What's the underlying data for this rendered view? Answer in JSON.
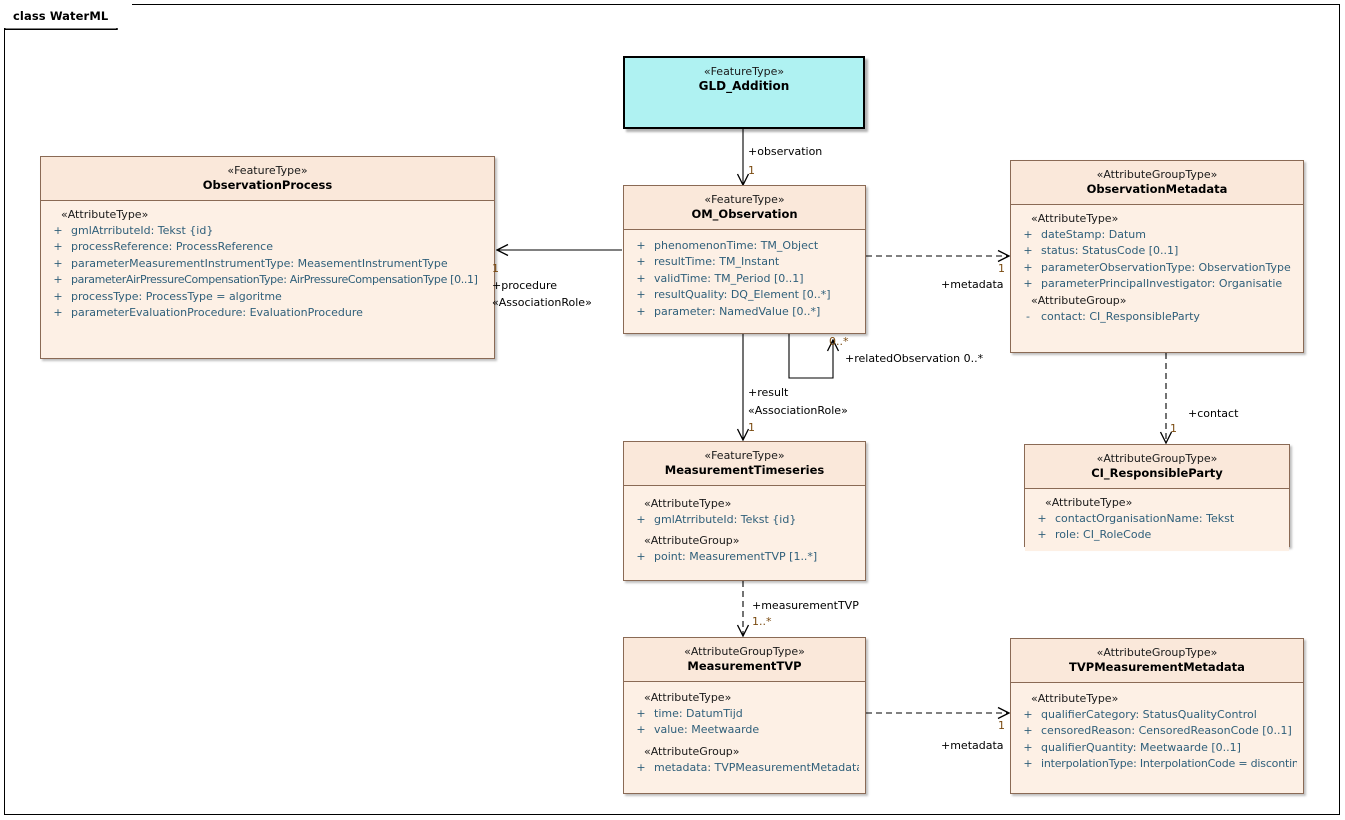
{
  "diagram": {
    "title": "class WaterML",
    "kind": "uml-class-diagram",
    "colors": {
      "class_fill": "#fdf0e5",
      "class_header_fill": "#fae8da",
      "class_border": "#8a6a55",
      "accent_fill": "#aff2f2",
      "accent_border": "#000000",
      "attribute_text": "#2f5f7a",
      "multiplicity_text": "#7a4a10"
    }
  },
  "classes": [
    {
      "id": "gld_addition",
      "stereotype": "«FeatureType»",
      "name": "GLD_Addition",
      "accent": true,
      "sections": []
    },
    {
      "id": "observation_process",
      "stereotype": "«FeatureType»",
      "name": "ObservationProcess",
      "accent": false,
      "sections": [
        {
          "group": "«AttributeType»",
          "attributes": [
            {
              "visibility": "+",
              "text": "gmlAtrributeId: Tekst {id}"
            },
            {
              "visibility": "+",
              "text": "processReference: ProcessReference"
            },
            {
              "visibility": "+",
              "text": "parameterMeasurementInstrumentType: MeasementInstrumentType"
            },
            {
              "visibility": "+",
              "text": "parameterAirPressureCompensationType: AirPressureCompensationType [0..1]"
            },
            {
              "visibility": "+",
              "text": "processType: ProcessType = algoritme"
            },
            {
              "visibility": "+",
              "text": "parameterEvaluationProcedure: EvaluationProcedure"
            }
          ]
        }
      ]
    },
    {
      "id": "om_observation",
      "stereotype": "«FeatureType»",
      "name": "OM_Observation",
      "accent": false,
      "sections": [
        {
          "group": "",
          "attributes": [
            {
              "visibility": "+",
              "text": "phenomenonTime: TM_Object"
            },
            {
              "visibility": "+",
              "text": "resultTime: TM_Instant"
            },
            {
              "visibility": "+",
              "text": "validTime: TM_Period [0..1]"
            },
            {
              "visibility": "+",
              "text": "resultQuality: DQ_Element [0..*]"
            },
            {
              "visibility": "+",
              "text": "parameter: NamedValue [0..*]"
            }
          ]
        }
      ]
    },
    {
      "id": "observation_metadata",
      "stereotype": "«AttributeGroupType»",
      "name": "ObservationMetadata",
      "accent": false,
      "sections": [
        {
          "group": "«AttributeType»",
          "attributes": [
            {
              "visibility": "+",
              "text": "dateStamp: Datum"
            },
            {
              "visibility": "+",
              "text": "status: StatusCode [0..1]"
            },
            {
              "visibility": "+",
              "text": "parameterObservationType: ObservationType"
            },
            {
              "visibility": "+",
              "text": "parameterPrincipalInvestigator: Organisatie"
            }
          ]
        },
        {
          "group": "«AttributeGroup»",
          "attributes": [
            {
              "visibility": "-",
              "text": "contact: CI_ResponsibleParty"
            }
          ]
        }
      ]
    },
    {
      "id": "measurement_timeseries",
      "stereotype": "«FeatureType»",
      "name": "MeasurementTimeseries",
      "accent": false,
      "sections": [
        {
          "group": "«AttributeType»",
          "attributes": [
            {
              "visibility": "+",
              "text": "gmlAtrributeId: Tekst {id}"
            }
          ]
        },
        {
          "group": "«AttributeGroup»",
          "attributes": [
            {
              "visibility": "+",
              "text": "point: MeasurementTVP [1..*]"
            }
          ]
        }
      ]
    },
    {
      "id": "ci_responsibleparty",
      "stereotype": "«AttributeGroupType»",
      "name": "CI_ResponsibleParty",
      "accent": false,
      "sections": [
        {
          "group": "«AttributeType»",
          "attributes": [
            {
              "visibility": "+",
              "text": "contactOrganisationName: Tekst"
            },
            {
              "visibility": "+",
              "text": "role: CI_RoleCode"
            }
          ]
        }
      ]
    },
    {
      "id": "measurement_tvp",
      "stereotype": "«AttributeGroupType»",
      "name": "MeasurementTVP",
      "accent": false,
      "sections": [
        {
          "group": "«AttributeType»",
          "attributes": [
            {
              "visibility": "+",
              "text": "time: DatumTijd"
            },
            {
              "visibility": "+",
              "text": "value: Meetwaarde"
            }
          ]
        },
        {
          "group": "«AttributeGroup»",
          "attributes": [
            {
              "visibility": "+",
              "text": "metadata: TVPMeasurementMetadata"
            }
          ]
        }
      ]
    },
    {
      "id": "tvp_measurement_metadata",
      "stereotype": "«AttributeGroupType»",
      "name": "TVPMeasurementMetadata",
      "accent": false,
      "sections": [
        {
          "group": "«AttributeType»",
          "attributes": [
            {
              "visibility": "+",
              "text": "qualifierCategory: StatusQualityControl"
            },
            {
              "visibility": "+",
              "text": "censoredReason: CensoredReasonCode [0..1]"
            },
            {
              "visibility": "+",
              "text": "qualifierQuantity: Meetwaarde [0..1]"
            },
            {
              "visibility": "+",
              "text": "interpolationType: InterpolationCode = discontinu"
            }
          ]
        }
      ]
    }
  ],
  "connectors": [
    {
      "id": "observation",
      "from": "gld_addition",
      "to": "om_observation",
      "style": "solid-open-arrow",
      "role": "+observation",
      "multiplicity": "1",
      "stereotype": ""
    },
    {
      "id": "procedure",
      "from": "om_observation",
      "to": "observation_process",
      "style": "solid-open-arrow",
      "role": "+procedure",
      "multiplicity": "1",
      "stereotype": "«AssociationRole»"
    },
    {
      "id": "metadata_observation",
      "from": "om_observation",
      "to": "observation_metadata",
      "style": "dashed-open-arrow",
      "role": "+metadata",
      "multiplicity": "1",
      "stereotype": ""
    },
    {
      "id": "related_observation",
      "from": "om_observation",
      "to": "om_observation",
      "style": "solid-open-arrow-self",
      "role": "+relatedObservation 0..*",
      "multiplicity": "0..*",
      "stereotype": ""
    },
    {
      "id": "result",
      "from": "om_observation",
      "to": "measurement_timeseries",
      "style": "solid-open-arrow",
      "role": "+result",
      "multiplicity": "1",
      "stereotype": "«AssociationRole»"
    },
    {
      "id": "contact",
      "from": "observation_metadata",
      "to": "ci_responsibleparty",
      "style": "dashed-open-arrow",
      "role": "+contact",
      "multiplicity": "1",
      "stereotype": ""
    },
    {
      "id": "measurementtvp",
      "from": "measurement_timeseries",
      "to": "measurement_tvp",
      "style": "dashed-open-arrow",
      "role": "+measurementTVP",
      "multiplicity": "1..*",
      "stereotype": ""
    },
    {
      "id": "metadata_tvp",
      "from": "measurement_tvp",
      "to": "tvp_measurement_metadata",
      "style": "dashed-open-arrow",
      "role": "+metadata",
      "multiplicity": "1",
      "stereotype": ""
    }
  ]
}
